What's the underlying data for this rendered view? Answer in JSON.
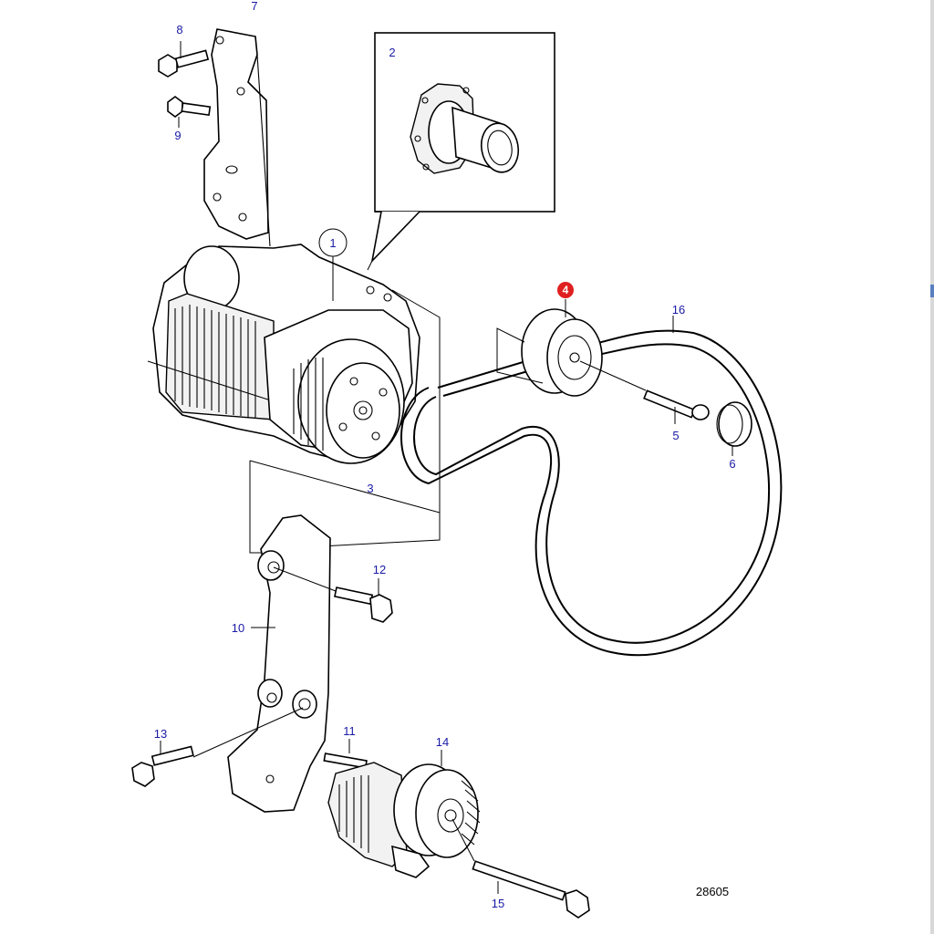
{
  "figure": {
    "reference_number": "28605",
    "highlight_color": "#e02020",
    "label_color": "#1a1aa6"
  },
  "callouts": [
    {
      "id": "1",
      "label": "1",
      "style": "circled"
    },
    {
      "id": "2",
      "label": "2",
      "style": "plain"
    },
    {
      "id": "3",
      "label": "3",
      "style": "plain"
    },
    {
      "id": "4",
      "label": "4",
      "style": "highlighted"
    },
    {
      "id": "5",
      "label": "5",
      "style": "plain"
    },
    {
      "id": "6",
      "label": "6",
      "style": "plain"
    },
    {
      "id": "7",
      "label": "7",
      "style": "plain"
    },
    {
      "id": "8",
      "label": "8",
      "style": "plain"
    },
    {
      "id": "9",
      "label": "9",
      "style": "plain"
    },
    {
      "id": "10",
      "label": "10",
      "style": "plain"
    },
    {
      "id": "11",
      "label": "11",
      "style": "plain"
    },
    {
      "id": "12",
      "label": "12",
      "style": "plain"
    },
    {
      "id": "13",
      "label": "13",
      "style": "plain"
    },
    {
      "id": "14",
      "label": "14",
      "style": "plain"
    },
    {
      "id": "15",
      "label": "15",
      "style": "plain"
    },
    {
      "id": "16",
      "label": "16",
      "style": "plain"
    }
  ]
}
